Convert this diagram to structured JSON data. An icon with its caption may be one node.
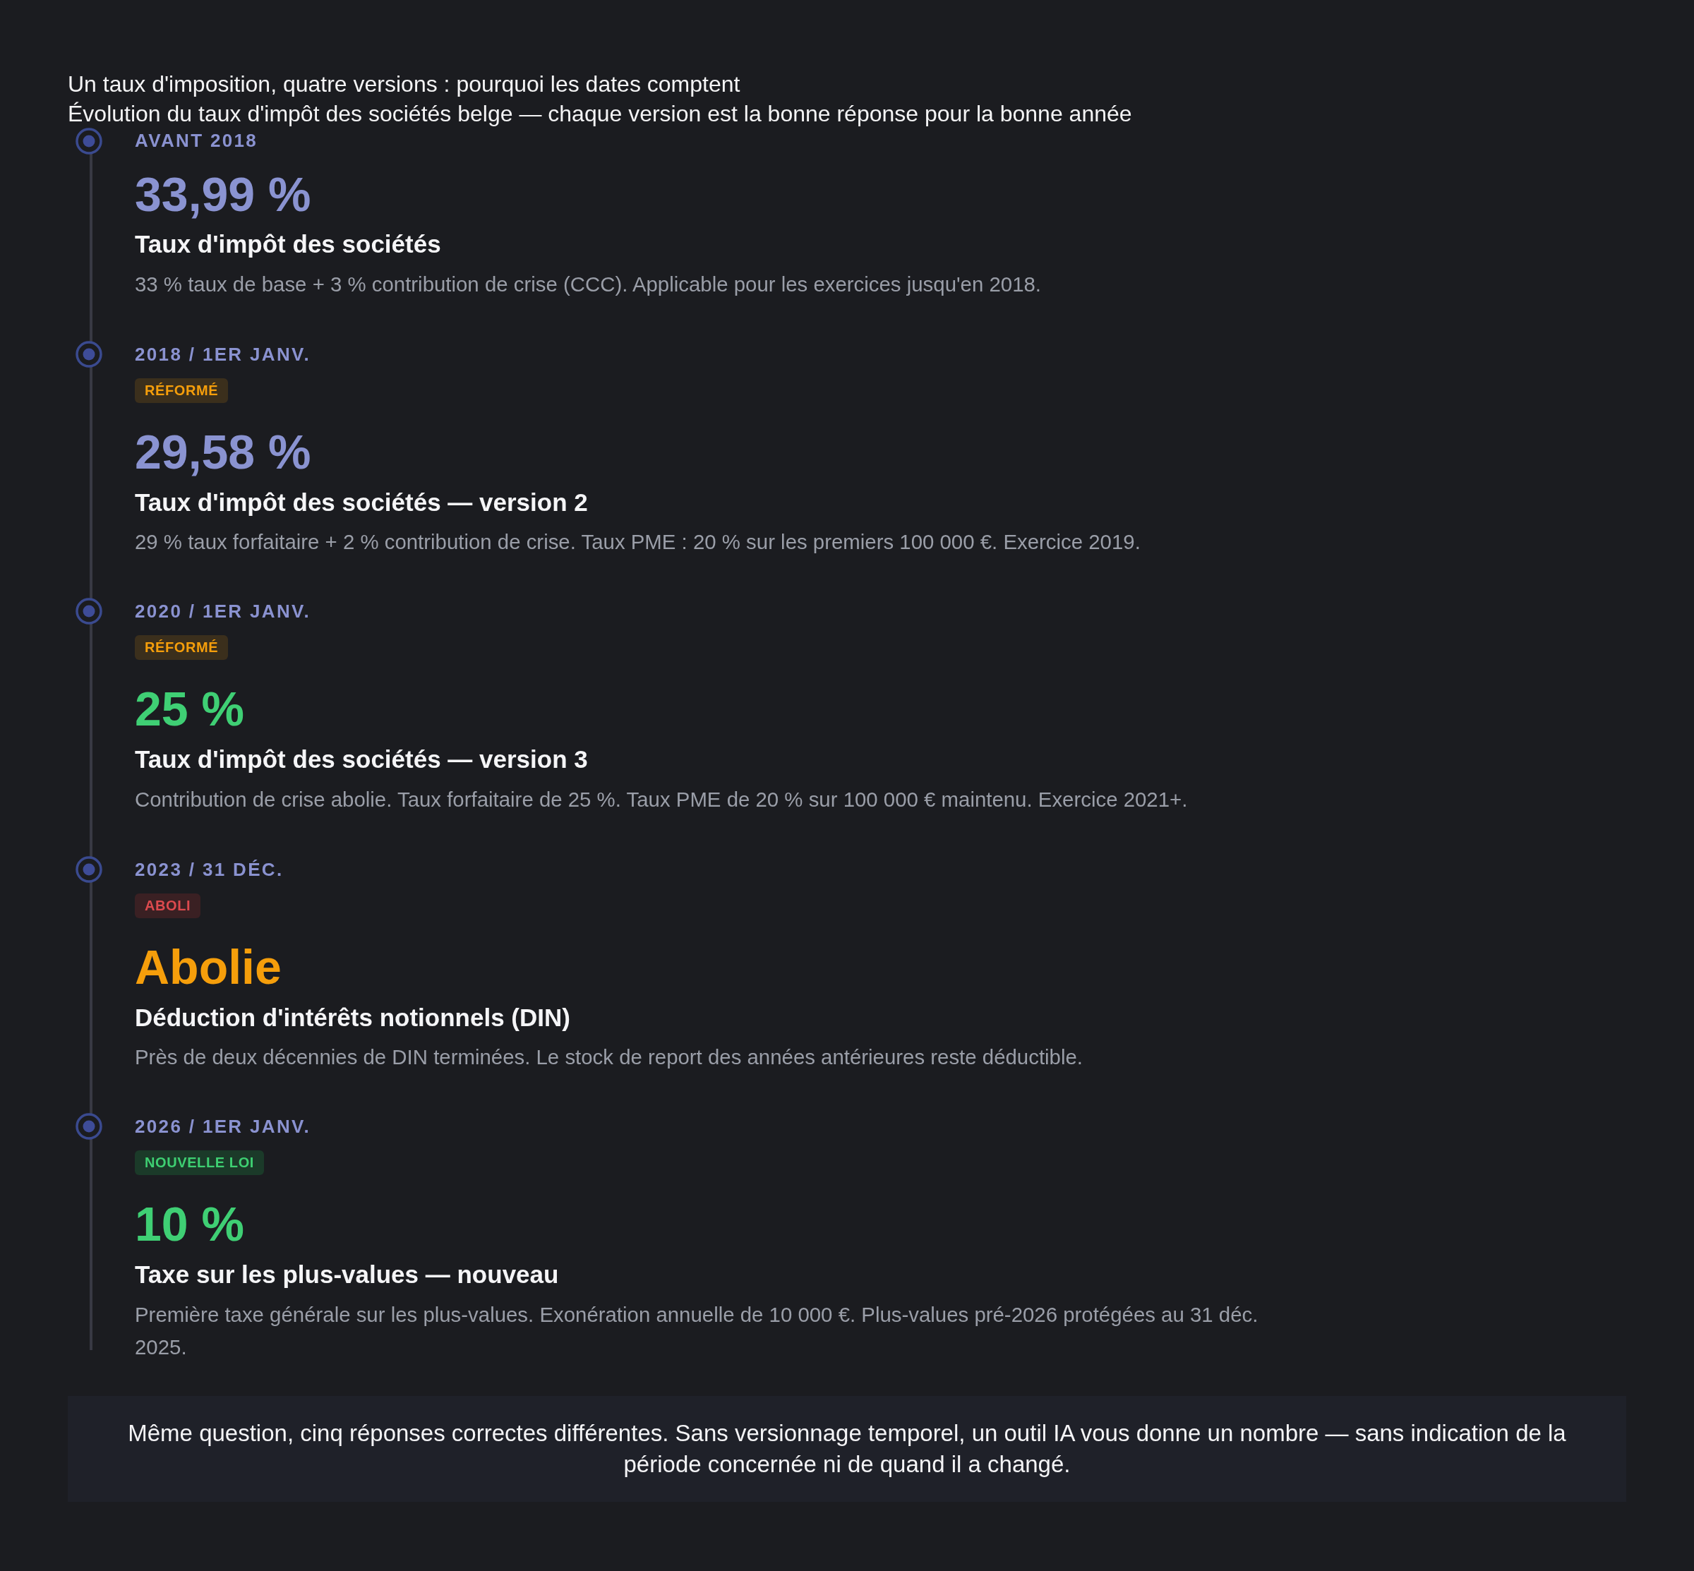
{
  "diagram": {
    "title": "Un taux d'imposition, quatre versions : pourquoi les dates comptent",
    "nodes": [
      {
        "text": [
          "RÉFORMÉ"
        ]
      },
      {
        "text": [
          "RÉFORMÉ"
        ]
      },
      {
        "text": [
          "ABOLI"
        ]
      },
      {
        "text": [
          "NOUVELLE LOI"
        ]
      },
      {
        "text": [
          "Même question, cinq réponses correctes différentes. Sans versionnage temporel, un outil IA vous donne un nombre — sans indication de la période concernée ni de quand il a changé."
        ]
      }
    ],
    "labels": [
      "Évolution du taux d'impôt des sociétés belge — chaque version est la bonne réponse pour la bonne année",
      "AVANT 2018",
      "33,99 %",
      "Taux d'impôt des sociétés",
      "33 % taux de base + 3 % contribution de crise (CCC). Applicable pour les exercices jusqu'en 2018.",
      "2018 / 1ER JANV.",
      "29,58 %",
      "Taux d'impôt des sociétés — version 2",
      "29 % taux forfaitaire + 2 % contribution de crise. Taux PME : 20 % sur les premiers 100 000 €. Exercice 2019.",
      "2020 / 1ER JANV.",
      "25 %",
      "Taux d'impôt des sociétés — version 3",
      "Contribution de crise abolie. Taux forfaitaire de 25 %. Taux PME de 20 % sur 100 000 € maintenu. Exercice 2021+.",
      "2023 / 31 DÉC.",
      "Abolie",
      "Déduction d'intérêts notionnels (DIN)",
      "Près de deux décennies de DIN terminées. Le stock de report des années antérieures reste déductible.",
      "2026 / 1ER JANV.",
      "10 %",
      "Taxe sur les plus-values — nouveau",
      "Première taxe générale sur les plus-values. Exonération annuelle de 10 000 €. Plus-values pré-2026 protégées au 31 déc. 2025."
    ]
  }
}
